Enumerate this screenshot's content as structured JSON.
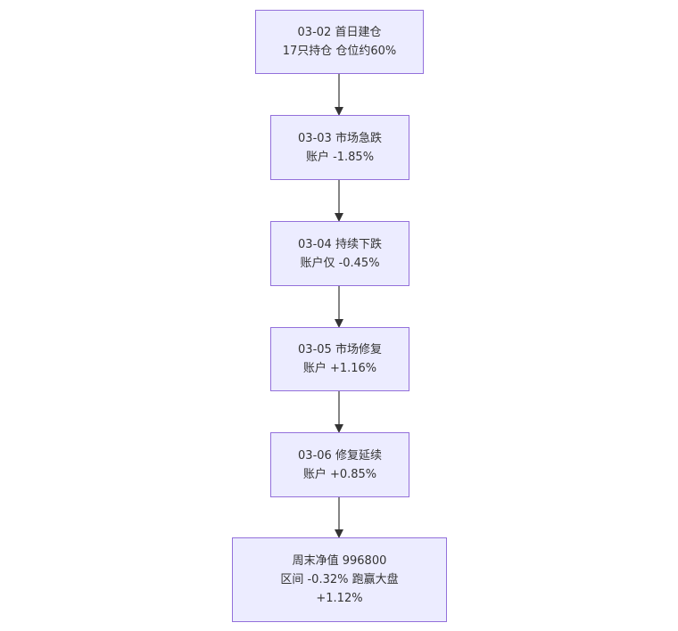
{
  "diagram": {
    "type": "flowchart-top-down",
    "nodes": [
      {
        "id": "n1",
        "lines": [
          "03-02 首日建仓",
          "17只持仓 仓位约60%"
        ]
      },
      {
        "id": "n2",
        "lines": [
          "03-03 市场急跌",
          "账户 -1.85%"
        ]
      },
      {
        "id": "n3",
        "lines": [
          "03-04 持续下跌",
          "账户仅 -0.45%"
        ]
      },
      {
        "id": "n4",
        "lines": [
          "03-05 市场修复",
          "账户 +1.16%"
        ]
      },
      {
        "id": "n5",
        "lines": [
          "03-06 修复延续",
          "账户 +0.85%"
        ]
      },
      {
        "id": "n6",
        "lines": [
          "周末净值 996800",
          "区间 -0.32% 跑赢大盘",
          "+1.12%"
        ]
      }
    ],
    "edges": [
      {
        "from": "n1",
        "to": "n2"
      },
      {
        "from": "n2",
        "to": "n3"
      },
      {
        "from": "n3",
        "to": "n4"
      },
      {
        "from": "n4",
        "to": "n5"
      },
      {
        "from": "n5",
        "to": "n6"
      }
    ],
    "colors": {
      "node_fill": "#ececff",
      "node_border": "#9370db",
      "edge": "#333333",
      "text": "#333333"
    }
  }
}
